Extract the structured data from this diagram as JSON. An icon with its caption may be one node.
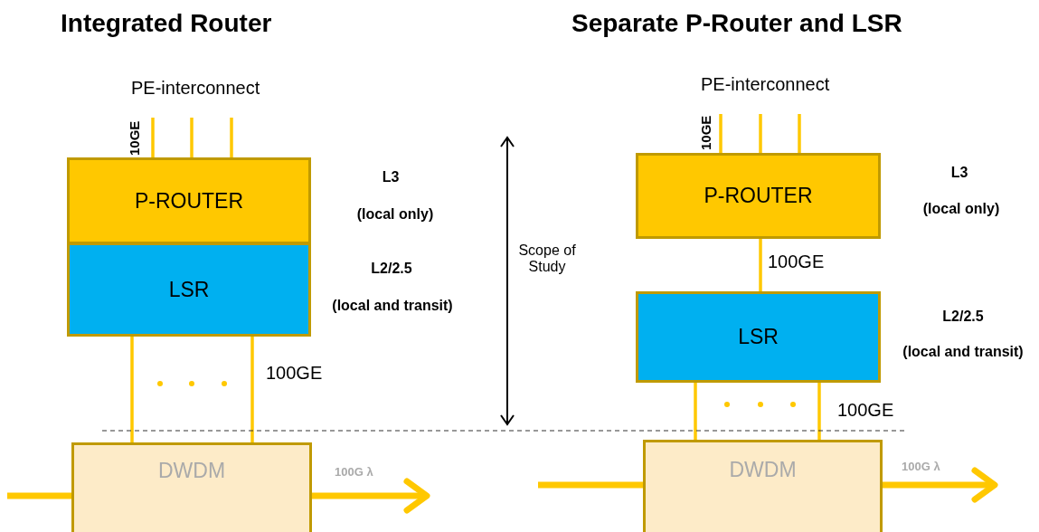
{
  "diagram": {
    "nodes": [
      {
        "text": [
          "P-ROUTER"
        ],
        "beside": [
          "L3",
          "(local only)"
        ]
      },
      {
        "text": [
          "LSR"
        ],
        "beside": [
          "L2/2.5",
          "(local and transit)"
        ]
      },
      {
        "text": [
          "DWDM"
        ]
      },
      {
        "text": [
          "P-ROUTER"
        ],
        "beside": [
          "L3",
          "(local only)"
        ]
      },
      {
        "text": [
          "LSR"
        ],
        "beside": [
          "L2/2.5",
          "(local and transit)"
        ]
      },
      {
        "text": [
          "DWDM"
        ]
      }
    ],
    "edges": [
      {
        "from": null,
        "to": 0,
        "arrow": "none",
        "label": "10GE"
      },
      {
        "from": null,
        "to": 0,
        "arrow": "none"
      },
      {
        "from": null,
        "to": 0,
        "arrow": "none"
      },
      {
        "from": 1,
        "to": 2,
        "arrow": "none"
      },
      {
        "from": 1,
        "to": 2,
        "arrow": "none",
        "label": "100GE"
      },
      {
        "from": null,
        "to": 2,
        "arrow": "none",
        "style": "thick"
      },
      {
        "from": 2,
        "to": null,
        "arrow": "to",
        "style": "thick",
        "label": "100G λ"
      },
      {
        "from": null,
        "to": 3,
        "arrow": "none",
        "label": "10GE"
      },
      {
        "from": null,
        "to": 3,
        "arrow": "none"
      },
      {
        "from": null,
        "to": 3,
        "arrow": "none"
      },
      {
        "from": 3,
        "to": 4,
        "arrow": "none",
        "label": "100GE"
      },
      {
        "from": 4,
        "to": 5,
        "arrow": "none"
      },
      {
        "from": 4,
        "to": 5,
        "arrow": "none",
        "label": "100GE"
      },
      {
        "from": null,
        "to": 5,
        "arrow": "none",
        "style": "thick"
      },
      {
        "from": 5,
        "to": null,
        "arrow": "to",
        "style": "thick",
        "label": "100G λ"
      }
    ],
    "labels": [
      "Integrated Router",
      "Separate P-Router and LSR",
      "PE-interconnect",
      "PE-interconnect",
      "Scope of Study"
    ]
  }
}
